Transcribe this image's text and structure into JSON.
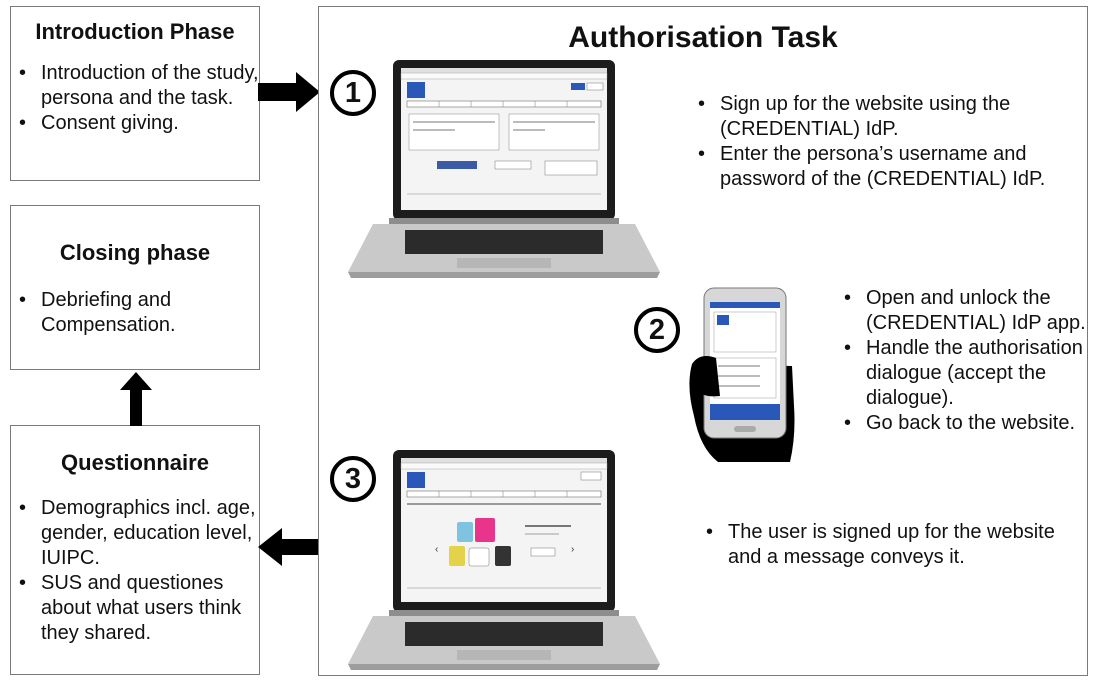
{
  "phases": {
    "intro": {
      "title": "Introduction Phase",
      "items": [
        "Introduction of the study, persona and the task.",
        "Consent giving."
      ]
    },
    "closing": {
      "title": "Closing phase",
      "items": [
        "Debriefing and Compensation."
      ]
    },
    "questionnaire": {
      "title": "Questionnaire",
      "items": [
        "Demographics incl. age, gender, education level, IUIPC.",
        "SUS and questiones about what users think they shared."
      ]
    }
  },
  "task": {
    "title": "Authorisation Task",
    "steps": [
      {
        "number": "1",
        "items": [
          "Sign up for the website using the (CREDENTIAL) IdP.",
          "Enter the persona’s username and password of the (CREDENTIAL) IdP."
        ]
      },
      {
        "number": "2",
        "items": [
          "Open and unlock the (CREDENTIAL) IdP app.",
          "Handle the authorisation dialogue (accept the dialogue).",
          "Go back to the website."
        ]
      },
      {
        "number": "3",
        "items": [
          "The user is signed up for the website and a message conveys it."
        ]
      }
    ]
  },
  "colors": {
    "border": "#7a7a7a",
    "arrow": "#000000",
    "laptop_body": "#c9c9c9",
    "screen_bezel": "#1c1c1c"
  },
  "icons": [
    "arrow-right",
    "arrow-left",
    "arrow-up",
    "laptop",
    "smartphone",
    "hand"
  ]
}
